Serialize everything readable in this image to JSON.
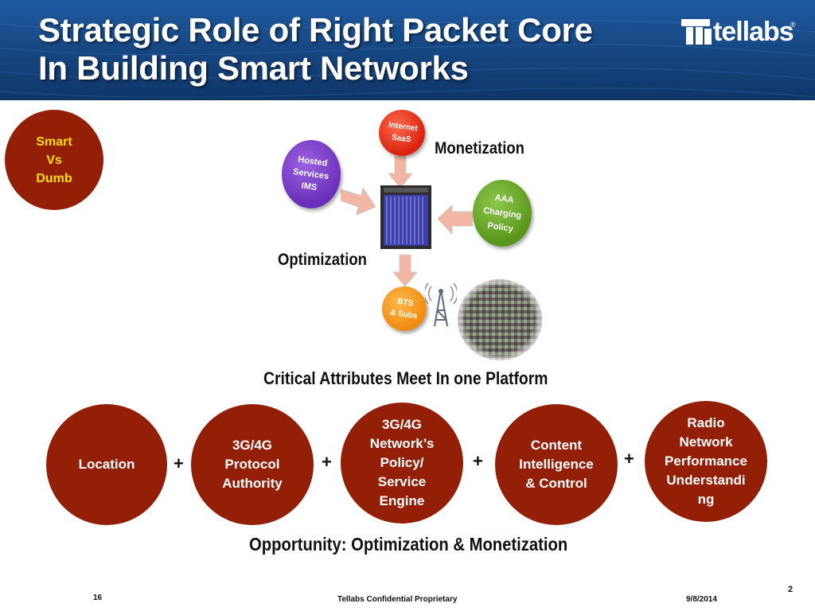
{
  "header": {
    "title_line1": "Strategic Role of Right Packet Core",
    "title_line2": "In Building Smart Networks",
    "logo_text": "tellabs",
    "logo_reg": "®"
  },
  "badge": {
    "text": "Smart\nVs\nDumb"
  },
  "diagram": {
    "balls": [
      {
        "text": "Internet\nSaaS",
        "color": "#e8321e"
      },
      {
        "text": "Hosted\nServices\nIMS",
        "color": "#7a3fc4"
      },
      {
        "text": "AAA\nCharging\nPolicy",
        "color": "#66a323"
      },
      {
        "text": "BTS\n& Subs",
        "color": "#f39a16"
      }
    ],
    "monetization_label": "Monetization",
    "optimization_label": "Optimization"
  },
  "attributes": {
    "heading": "Critical Attributes Meet In one Platform",
    "circles": [
      "Location",
      "3G/4G\nProtocol\nAuthority",
      "3G/4G\nNetwork’s\nPolicy/\nService\nEngine",
      "Content\nIntelligence\n& Control",
      "Radio\nNetwork\nPerformance\nUnderstandi\nng"
    ],
    "plus": "+"
  },
  "opportunity": "Opportunity:  Optimization & Monetization",
  "footer": {
    "slide_number": "16",
    "confidential": "Tellabs Confidential Proprietary",
    "date": "9/8/2014",
    "page": "2"
  }
}
